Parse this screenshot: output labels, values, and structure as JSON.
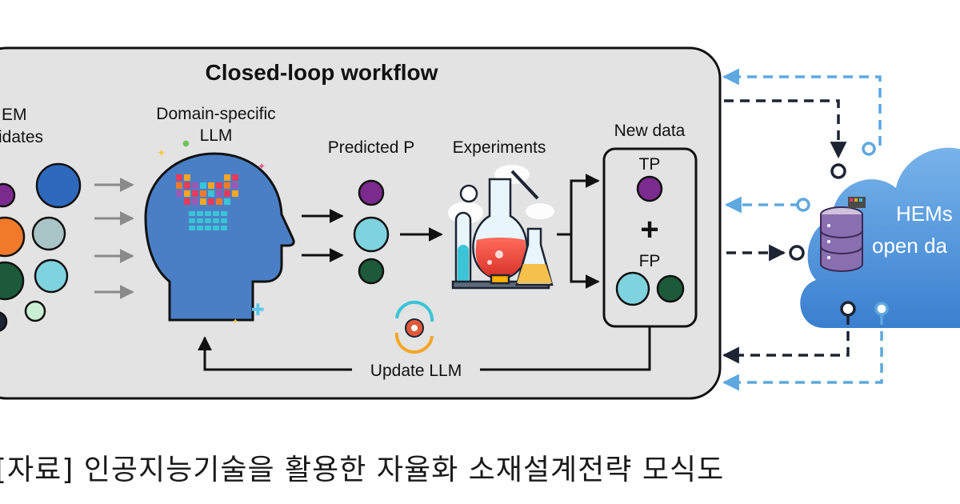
{
  "workflow": {
    "title": "Closed-loop workflow",
    "candidates_line1": "EM",
    "candidates_line2": "idates",
    "llm_line1": "Domain-specific",
    "llm_line2": "LLM",
    "predicted_label": "Predicted P",
    "experiments_label": "Experiments",
    "new_data_label": "New data",
    "tp_label": "TP",
    "plus_sign": "+",
    "fp_label": "FP",
    "update_label": "Update LLM"
  },
  "database": {
    "line1": "HEMs",
    "line2": "open da"
  },
  "caption": "[자료] 인공지능기술을 활용한 자율화 소재설계전략 모식도",
  "colors": {
    "panel_bg": "#e3e3e3",
    "head_blue": "#4a7fc5",
    "cloud_blue": "#4b8ed8",
    "dash_light_blue": "#5ea8e0",
    "dash_dark": "#1d2433",
    "purple": "#7b2b8e",
    "teal": "#7fd3df",
    "dark_green": "#1d5a3a",
    "orange": "#f07a2a",
    "navy_blue": "#2f69bd"
  }
}
